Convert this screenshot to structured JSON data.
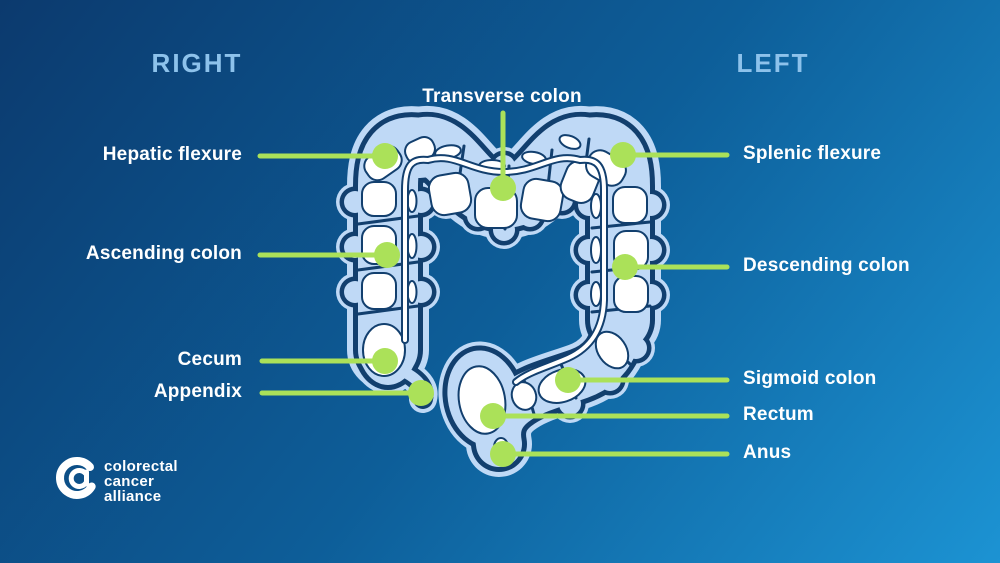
{
  "title": "Colon anatomy diagram",
  "headers": {
    "right": "RIGHT",
    "left": "LEFT"
  },
  "labels": {
    "transverse_colon": "Transverse colon",
    "hepatic_flexure": "Hepatic flexure",
    "ascending_colon": "Ascending colon",
    "cecum": "Cecum",
    "appendix": "Appendix",
    "splenic_flexure": "Splenic flexure",
    "descending_colon": "Descending colon",
    "sigmoid_colon": "Sigmoid colon",
    "rectum": "Rectum",
    "anus": "Anus"
  },
  "logo": {
    "line1": "colorectal",
    "line2": "cancer",
    "line3": "alliance"
  },
  "colors": {
    "background_top_left": "#0C3A6E",
    "background_mid": "#0D5E99",
    "background_bottom_right": "#1C93D3",
    "heading_blue": "#8DC2EB",
    "label_white": "#FFFFFF",
    "pointer_green": "#ABE159",
    "colon_body_blue": "#BFD9F6",
    "colon_outline_navy": "#123F6E"
  }
}
